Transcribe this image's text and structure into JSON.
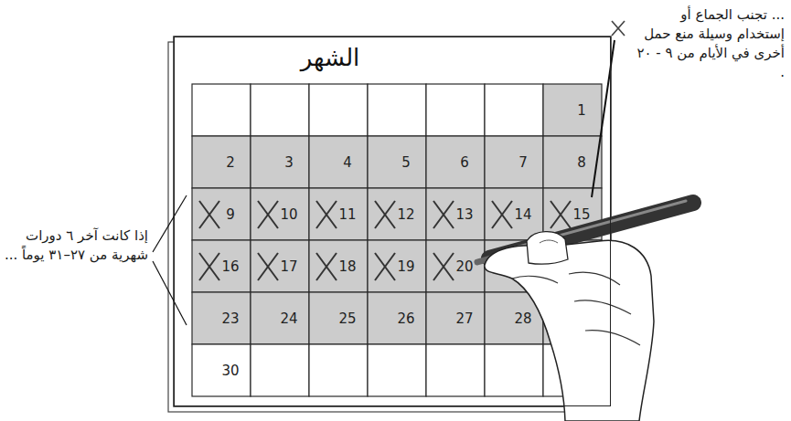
{
  "diagram": {
    "nodes": [
      {
        "text": [
          "الشهر"
        ]
      }
    ],
    "labels": [
      "... تجنب الجماع أو إستخدام وسيلة منع حمل أخرى في الأيام من ٩ - ٢٠ .",
      "إذا كانت آخر ٦ دورات شهرية من ٢٧–٣١ يوماً ...",
      "1",
      "2",
      "3",
      "4",
      "5",
      "6",
      "7",
      "8",
      "9",
      "10",
      "11",
      "12",
      "13",
      "14",
      "15",
      "16",
      "17",
      "18",
      "19",
      "20",
      "23",
      "24",
      "25",
      "26",
      "27",
      "28",
      "30"
    ]
  }
}
